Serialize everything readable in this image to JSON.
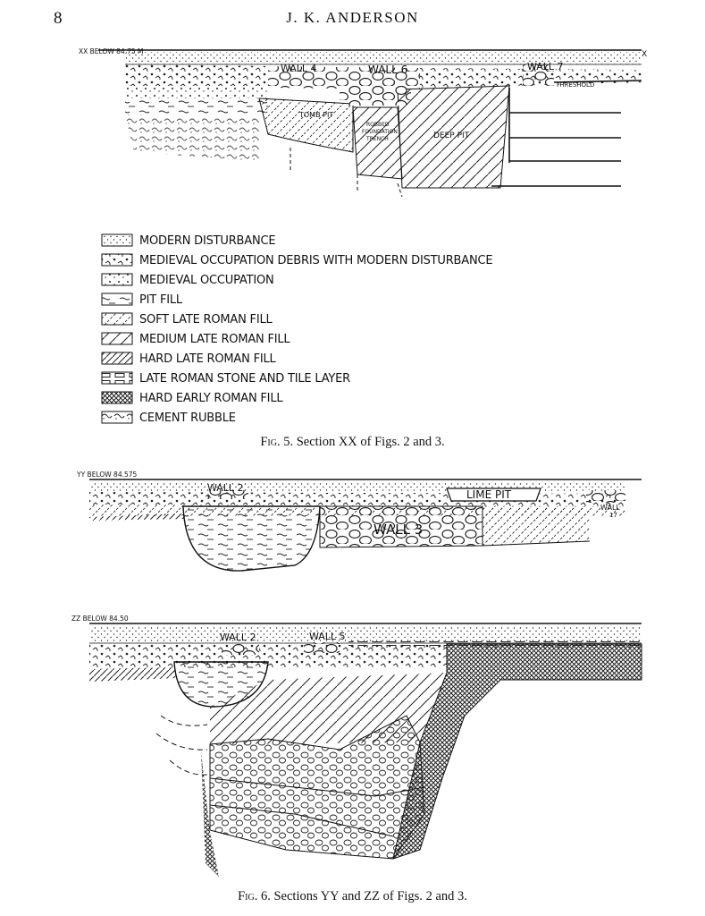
{
  "page": {
    "number": "8",
    "running_head": "J. K. ANDERSON"
  },
  "fig5": {
    "caption_label": "Fig. 5.",
    "caption_text": "Section XX of Figs. 2 and 3.",
    "datum_label": "XX BELOW 84.75 M",
    "end_label": "X",
    "labels": {
      "wall4": "WALL 4",
      "wall6": "WALL 6",
      "wall7": "WALL 7",
      "threshold": "THRESHOLD",
      "tomb_pit": "TOMB PIT",
      "robbed_1": "ROBBED",
      "robbed_2": "FOUNDATION",
      "robbed_3": "TRENCH",
      "deep_pit": "DEEP PIT"
    }
  },
  "legend": {
    "items": [
      {
        "key": "modern",
        "label": "MODERN DISTURBANCE"
      },
      {
        "key": "medieval_debris",
        "label": "MEDIEVAL OCCUPATION DEBRIS WITH MODERN DISTURBANCE"
      },
      {
        "key": "medieval",
        "label": "MEDIEVAL OCCUPATION"
      },
      {
        "key": "pit",
        "label": "PIT FILL"
      },
      {
        "key": "soft",
        "label": "SOFT LATE ROMAN FILL"
      },
      {
        "key": "medium",
        "label": "MEDIUM LATE ROMAN FILL"
      },
      {
        "key": "hard",
        "label": "HARD LATE ROMAN FILL"
      },
      {
        "key": "stone",
        "label": "LATE ROMAN STONE AND TILE LAYER"
      },
      {
        "key": "early",
        "label": "HARD EARLY ROMAN FILL"
      },
      {
        "key": "cement",
        "label": "CEMENT RUBBLE"
      }
    ]
  },
  "fig6": {
    "caption_label": "Fig. 6.",
    "caption_text": "Sections YY and ZZ of Figs. 2 and 3.",
    "yy": {
      "datum_label": "YY BELOW 84.575",
      "wall2": "WALL 2",
      "lime_pit": "LIME PIT",
      "wall3": "WALL 3",
      "wall17_a": "WALL",
      "wall17_b": "17"
    },
    "zz": {
      "datum_label": "ZZ BELOW 84.50",
      "wall2": "WALL 2",
      "wall5": "WALL 5"
    }
  }
}
